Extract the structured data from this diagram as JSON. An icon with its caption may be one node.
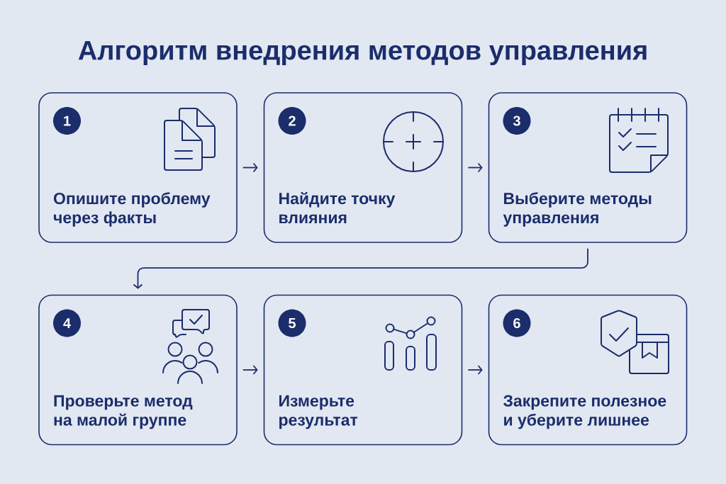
{
  "diagram": {
    "title": "Алгоритм внедрения методов управления",
    "nodes": [
      {
        "text": [
          "Опишите проблему через факты"
        ]
      },
      {
        "text": [
          "1"
        ],
        "in": 0
      },
      {
        "text": [
          "Найдите точку влияния"
        ]
      },
      {
        "text": [
          "2"
        ],
        "in": 2
      },
      {
        "text": [
          "Выберите методы управления"
        ]
      },
      {
        "text": [
          "3"
        ],
        "in": 4
      },
      {
        "text": [
          "Проверьте метод на малой группе"
        ]
      },
      {
        "text": [
          "4"
        ],
        "in": 6
      },
      {
        "text": [
          "Измерьте результат"
        ]
      },
      {
        "text": [
          "5"
        ],
        "in": 8
      },
      {
        "text": [
          "Закрепите полезное и уберите лишнее"
        ]
      },
      {
        "text": [
          "6"
        ],
        "in": 10
      }
    ],
    "edges": [
      {
        "from": 0,
        "to": 2,
        "arrow": "to"
      },
      {
        "from": 2,
        "to": 4,
        "arrow": "to"
      },
      {
        "from": 4,
        "to": 6,
        "arrow": "to"
      },
      {
        "from": 6,
        "to": 8,
        "arrow": "to"
      },
      {
        "from": 8,
        "to": 10,
        "arrow": "to"
      }
    ]
  }
}
